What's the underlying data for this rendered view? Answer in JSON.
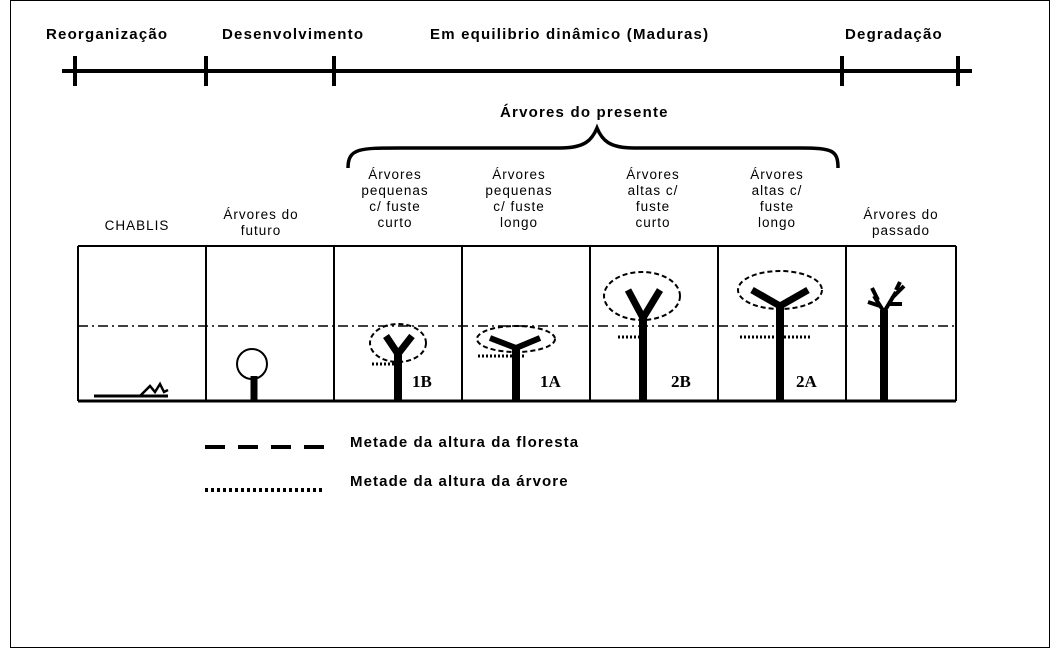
{
  "timeline": {
    "phases": [
      {
        "id": "reorganizacao",
        "label": "Reorganização"
      },
      {
        "id": "desenvolvimento",
        "label": "Desenvolvimento"
      },
      {
        "id": "equilibrio",
        "label": "Em equilibrio dinâmico (Maduras)"
      },
      {
        "id": "degradacao",
        "label": "Degradação"
      }
    ]
  },
  "present_group": {
    "label": "Árvores do presente"
  },
  "columns": [
    {
      "id": "chablis",
      "label": "CHABLIS",
      "tag": ""
    },
    {
      "id": "futuro",
      "label": "Árvores do\nfuturo",
      "tag": ""
    },
    {
      "id": "1b",
      "label": "Árvores\npequenas\nc/ fuste\ncurto",
      "tag": "1B"
    },
    {
      "id": "1a",
      "label": "Árvores\npequenas\nc/ fuste\nlongo",
      "tag": "1A"
    },
    {
      "id": "2b",
      "label": "Árvores\naltas c/\nfuste\ncurto",
      "tag": "2B"
    },
    {
      "id": "2a",
      "label": "Árvores\naltas c/\nfuste\nlongo",
      "tag": "2A"
    },
    {
      "id": "passado",
      "label": "Árvores do\npassado",
      "tag": ""
    }
  ],
  "legend": [
    {
      "style": "dashed",
      "label": "Metade da altura da floresta"
    },
    {
      "style": "dotted",
      "label": "Metade da altura da árvore"
    }
  ]
}
